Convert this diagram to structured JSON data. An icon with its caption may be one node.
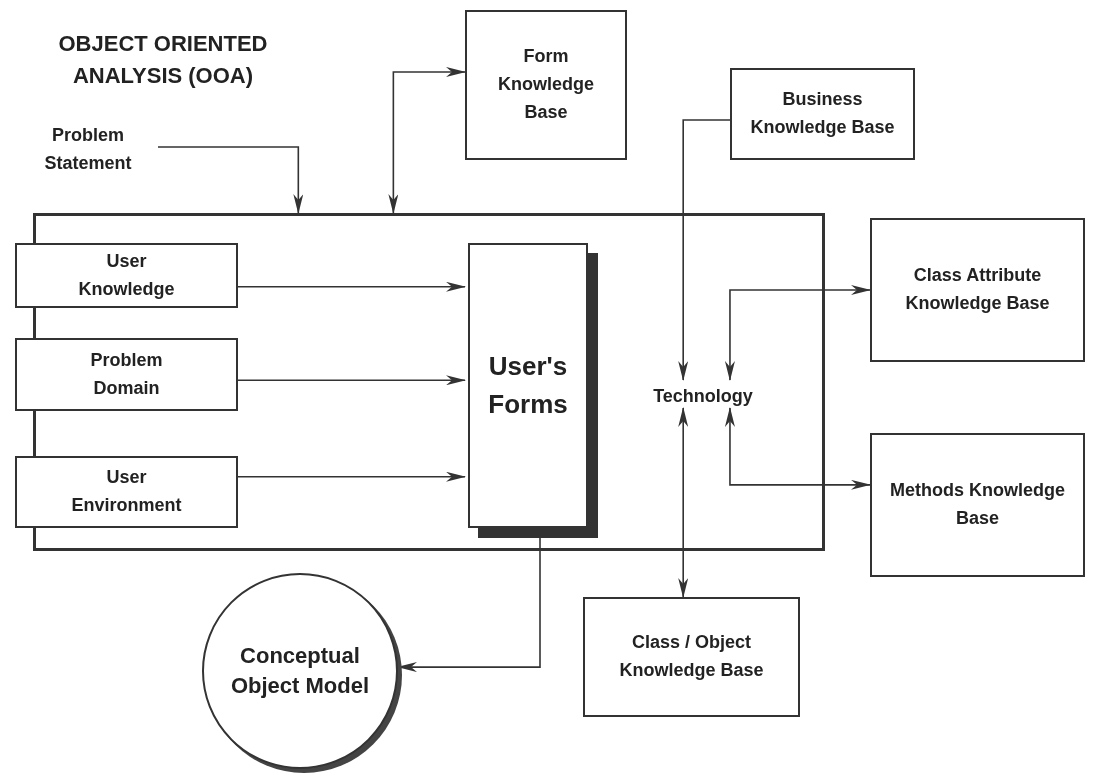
{
  "diagram": {
    "title": "OBJECT ORIENTED ANALYSIS (OOA)",
    "nodes": [
      {
        "text": [
          "Problem Statement"
        ]
      },
      {
        "text": [],
        "shape": "box"
      },
      {
        "text": [
          "Form Knowledge Base"
        ]
      },
      {
        "text": [
          "Business Knowledge Base"
        ]
      },
      {
        "text": [
          "User Knowledge"
        ],
        "in": 1
      },
      {
        "text": [
          "Problem Domain"
        ],
        "in": 1
      },
      {
        "text": [
          "User Environment"
        ],
        "in": 1
      },
      {
        "text": [
          "User's Forms"
        ],
        "in": 1
      },
      {
        "text": [
          "Technology"
        ],
        "in": 1
      },
      {
        "text": [
          "Class Attribute Knowledge Base"
        ]
      },
      {
        "text": [
          "Methods Knowledge Base"
        ]
      },
      {
        "text": [
          "Class / Object Knowledge Base"
        ]
      },
      {
        "text": [
          "Conceptual Object Model"
        ]
      }
    ],
    "edges": [
      {
        "from": 0,
        "to": 1,
        "arrow": "to"
      },
      {
        "from": 1,
        "to": 2,
        "arrow": "both"
      },
      {
        "from": 3,
        "to": 8,
        "arrow": "to"
      },
      {
        "from": 4,
        "to": 7,
        "arrow": "to"
      },
      {
        "from": 5,
        "to": 7,
        "arrow": "to"
      },
      {
        "from": 6,
        "to": 7,
        "arrow": "to"
      },
      {
        "from": 8,
        "to": 9,
        "arrow": "both"
      },
      {
        "from": 8,
        "to": 10,
        "arrow": "both"
      },
      {
        "from": 8,
        "to": 11,
        "arrow": "both"
      },
      {
        "from": 7,
        "to": 12,
        "arrow": "to"
      }
    ]
  }
}
